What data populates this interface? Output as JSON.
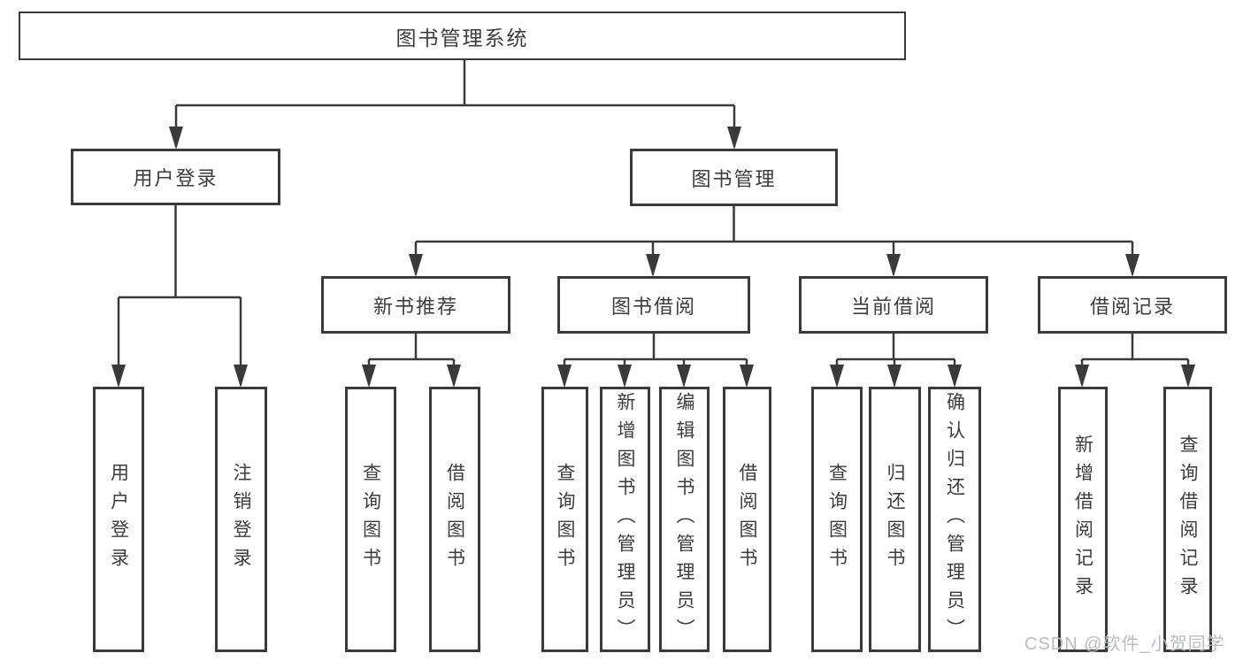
{
  "diagram": {
    "root": {
      "label": "图书管理系统"
    },
    "level2": [
      {
        "label": "用户登录"
      },
      {
        "label": "图书管理"
      }
    ],
    "level3": [
      {
        "label": "新书推荐"
      },
      {
        "label": "图书借阅"
      },
      {
        "label": "当前借阅"
      },
      {
        "label": "借阅记录"
      }
    ],
    "leaves": {
      "user_login": [
        {
          "label": "用户登录"
        },
        {
          "label": "注销登录"
        }
      ],
      "new_book": [
        {
          "label": "查询图书"
        },
        {
          "label": "借阅图书"
        }
      ],
      "book_borrow": [
        {
          "label": "查询图书"
        },
        {
          "label": "新增图书（管理员）"
        },
        {
          "label": "编辑图书（管理员）"
        },
        {
          "label": "借阅图书"
        }
      ],
      "current_borrow": [
        {
          "label": "查询图书"
        },
        {
          "label": "归还图书"
        },
        {
          "label": "确认归还（管理员）"
        }
      ],
      "borrow_records": [
        {
          "label": "新增借阅记录"
        },
        {
          "label": "查询借阅记录"
        }
      ]
    }
  },
  "watermark": {
    "text": "CSDN @软件_小贺同学"
  },
  "colors": {
    "line": "#3a3a3a",
    "text": "#3d3d3d",
    "background": "#ffffff",
    "watermark": "#b6b8be"
  }
}
